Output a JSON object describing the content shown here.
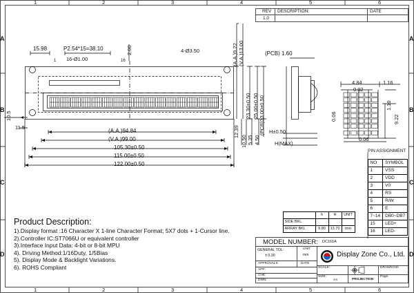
{
  "grid": {
    "columns": [
      "1",
      "2",
      "3",
      "4",
      "5",
      "6"
    ],
    "rows": [
      "A",
      "B",
      "C",
      "D"
    ]
  },
  "revision_block": {
    "headers": [
      "REV",
      "DESCRIPTION:",
      "DATE"
    ],
    "rev": "1.0"
  },
  "front_view": {
    "dims": {
      "pitch": "15.98",
      "pin_pitch": "P2.54*15=38.10",
      "pin_hole": "16-Ø1.00",
      "pin_1": "1",
      "pin_16": "16",
      "top_2": "2.00",
      "mount_hole": "4-Ø3.50",
      "left_10_5": "10.5",
      "left_11_5": "11.5",
      "aa_width": "(A.A.)94.84",
      "va_width": "(V.A.)99.00",
      "w1": "105.30±0.50",
      "w2": "115.00±0.50",
      "w3": "122.00±0.50",
      "aa_h": "(A.A.)9.22",
      "va_h": "(V.A.)13.00",
      "h1": "23.30±0.50",
      "h2": "25.00±0.50",
      "pcb_h": "(PCB)33.00±0.50",
      "d_12_39": "12.39",
      "d_10_50": "10.50",
      "d_5_35": "5.35",
      "d_4_50": "4.50"
    }
  },
  "side_view": {
    "pcb": "(PCB) 1.60",
    "h": "H±0.50",
    "hmax": "H(MAX)"
  },
  "char_detail": {
    "d_4_84": "4.84",
    "d_0_92": "0.92",
    "d_1_16": "1.16",
    "d_0_06_left": "0.06",
    "d_1_10": "1.10",
    "d_9_22": "9.22",
    "d_0_06_bottom": "0.06"
  },
  "pin_assignment": {
    "title": "PIN ASSIGNMENT",
    "header": [
      "NO",
      "SYMBOL"
    ],
    "rows": [
      [
        "1",
        "VSS"
      ],
      [
        "2",
        "VDD"
      ],
      [
        "3",
        "V0"
      ],
      [
        "4",
        "RS"
      ],
      [
        "5",
        "R/W"
      ],
      [
        "6",
        "E"
      ],
      [
        "7~14",
        "DB0~DB7"
      ],
      [
        "15",
        "LED+"
      ],
      [
        "16",
        "LED-"
      ]
    ]
  },
  "backlight_table": {
    "headers": [
      "",
      "h",
      "H",
      "UNIT"
    ],
    "rows": [
      [
        "SIDE BKL",
        "",
        "",
        ""
      ],
      [
        "ARRAY BKL",
        "9.80",
        "13.70",
        "mm"
      ]
    ]
  },
  "product": {
    "title": "Product Description:",
    "lines": [
      "1).Display format :16 Character X 1-line Character Format; 5X7 dots + 1-Cursor line.",
      "2).Controller IC:ST7066U or equivalent controller",
      "3).Interface Input Data: 4-bit or 8-bit MPU",
      "4). Driving Method:1/16Duty, 1/5Bias",
      "5). Display Mode & Backlight Variations.",
      "6). ROHS Compliant"
    ]
  },
  "title_block": {
    "model_label": "MODEL NUMBER:",
    "model_value": "DC161A",
    "general_tol": "GENERAL TOL:",
    "tol_value": "± 0.30",
    "unit_label": "UNIT",
    "unit_value": "mm",
    "company": "Display Zone Co., Ltd.",
    "approvals": "APPROVALS",
    "date": "DATE",
    "app": "APP:",
    "chk": "CHK:",
    "dwn": "DWN:",
    "scale": "SCALE:",
    "drawn_no": "DRAWN NO.",
    "size": "SIZE:",
    "size_value": "A4",
    "projection": "PROJECTION",
    "page": "Page:"
  }
}
